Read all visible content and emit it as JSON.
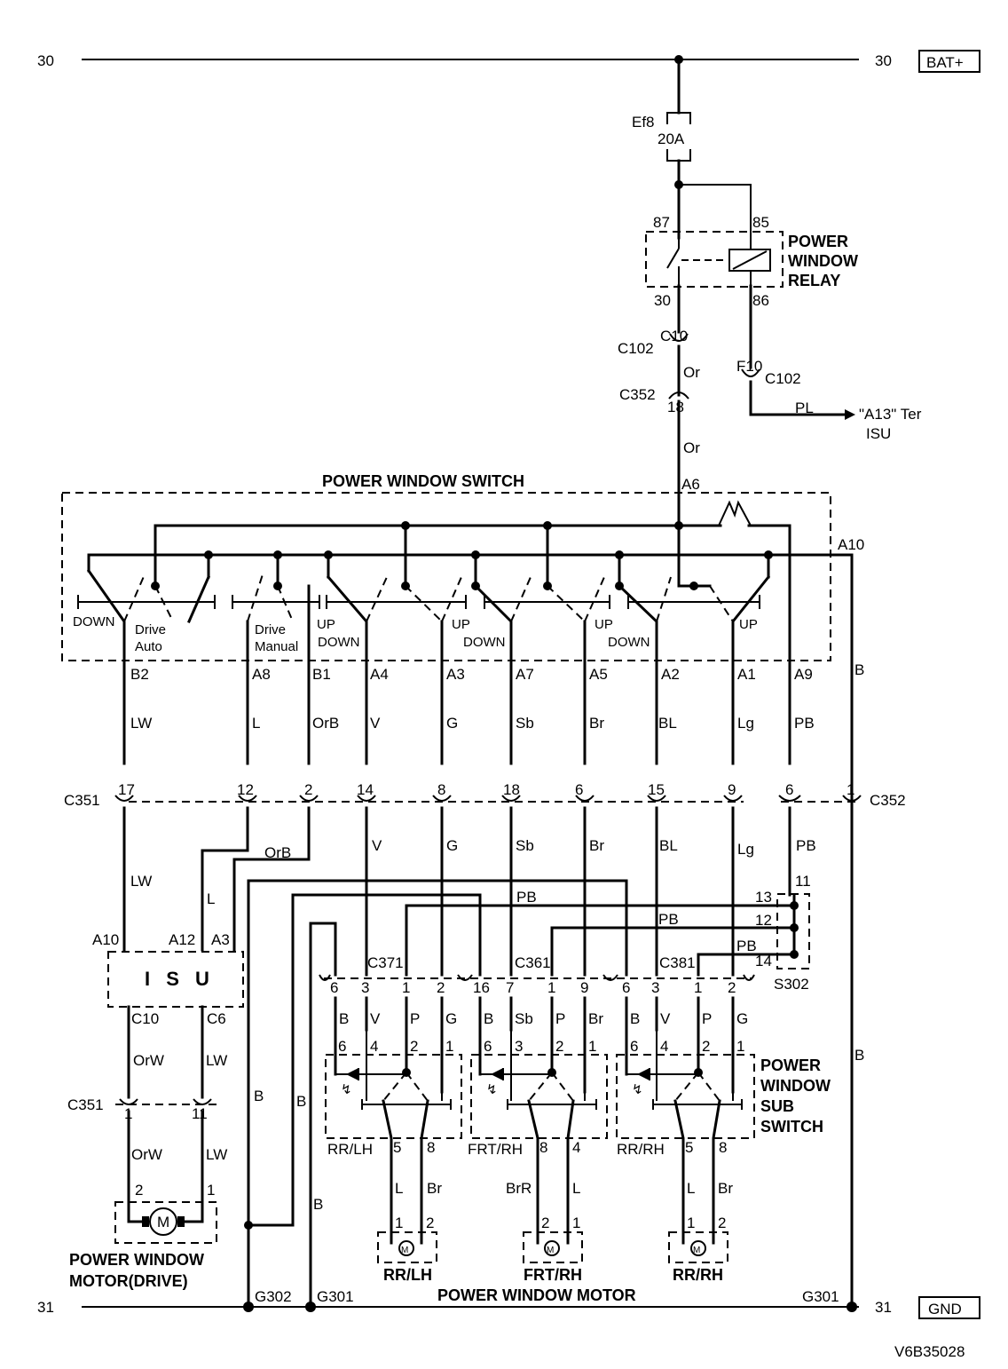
{
  "rails": {
    "top_left": "30",
    "top_right": "30",
    "bat": "BAT+",
    "bottom_left": "31",
    "bottom_right": "31",
    "gnd": "GND"
  },
  "fuse": {
    "name": "Ef8",
    "rating": "20A"
  },
  "relay": {
    "title1": "POWER",
    "title2": "WINDOW",
    "title3": "RELAY",
    "t87": "87",
    "t85": "85",
    "t30": "30",
    "t86": "86"
  },
  "connectors": {
    "c10": "C10",
    "c102a": "C102",
    "f10": "F10",
    "c102b": "C102",
    "c352a": "C352",
    "p18": "18",
    "c351": "C351",
    "c352b": "C352",
    "c351b": "C351",
    "c371": "C371",
    "c361": "C361",
    "c381": "C381",
    "s302": "S302"
  },
  "wires": {
    "or1": "Or",
    "or2": "Or",
    "pl": "PL"
  },
  "ref": {
    "a13": "\"A13\" Ter",
    "isu": "ISU"
  },
  "switch": {
    "title": "POWER WINDOW SWITCH",
    "a6": "A6",
    "a10": "A10",
    "down": "DOWN",
    "drive": "Drive",
    "auto": "Auto",
    "drive2": "Drive",
    "manual": "Manual",
    "up1": "UP",
    "down1": "DOWN",
    "up2": "UP",
    "down2": "DOWN",
    "up3": "UP",
    "down3": "DOWN",
    "up4": "UP",
    "pins": [
      "B2",
      "A8",
      "B1",
      "A4",
      "A3",
      "A7",
      "A5",
      "A2",
      "A1",
      "A9"
    ],
    "colors": [
      "LW",
      "L",
      "OrB",
      "V",
      "G",
      "Sb",
      "Br",
      "BL",
      "Lg",
      "PB"
    ],
    "b": "B"
  },
  "c351pins": [
    "17",
    "12",
    "2",
    "14",
    "8",
    "18",
    "6",
    "15",
    "9"
  ],
  "c352pins": [
    "6",
    "1"
  ],
  "mid_colors": {
    "lw": "LW",
    "orb": "OrB",
    "l": "L",
    "v": "V",
    "g": "G",
    "sb": "Sb",
    "br": "Br",
    "bl": "BL",
    "lg": "Lg",
    "pb": "PB",
    "pb1": "PB",
    "pb2": "PB",
    "pb3": "PB"
  },
  "s302pins": [
    "11",
    "13",
    "12",
    "14"
  ],
  "isu": {
    "name": "I S U",
    "a10": "A10",
    "a12": "A12",
    "a3": "A3",
    "c10": "C10",
    "c6": "C6",
    "orw": "OrW",
    "lw": "LW",
    "p1": "1",
    "p11": "11",
    "orw2": "OrW",
    "lw2": "LW",
    "m2": "2",
    "m1": "1",
    "motor": "M",
    "cap1": "POWER WINDOW",
    "cap2": "MOTOR(DRIVE)"
  },
  "sub": {
    "title": [
      "POWER",
      "WINDOW",
      "SUB",
      "SWITCH"
    ],
    "c371pins": [
      "6",
      "3",
      "1",
      "2"
    ],
    "c361pins": [
      "16",
      "7",
      "1",
      "9"
    ],
    "c381pins": [
      "6",
      "3",
      "1",
      "2"
    ],
    "c371col": [
      "B",
      "V",
      "P",
      "G"
    ],
    "c361col": [
      "B",
      "Sb",
      "P",
      "Br"
    ],
    "c381col": [
      "B",
      "V",
      "P",
      "G"
    ],
    "c371in": [
      "6",
      "4",
      "2",
      "1"
    ],
    "c361in": [
      "6",
      "3",
      "2",
      "1"
    ],
    "c381in": [
      "6",
      "4",
      "2",
      "1"
    ],
    "rrlh": "RR/LH",
    "frtrh": "FRT/RH",
    "rrrh": "RR/RH",
    "o1": [
      "5",
      "8"
    ],
    "o2": [
      "8",
      "4"
    ],
    "o3": [
      "5",
      "8"
    ],
    "oc1": [
      "L",
      "Br"
    ],
    "oc2": [
      "BrR",
      "L"
    ],
    "oc3": [
      "L",
      "Br"
    ],
    "mp1": [
      "1",
      "2"
    ],
    "mp2": [
      "2",
      "1"
    ],
    "mp3": [
      "1",
      "2"
    ],
    "mc1": "RR/LH",
    "mc2": "FRT/RH",
    "mc3": "RR/RH",
    "caption": "POWER WINDOW MOTOR"
  },
  "ground": {
    "g302": "G302",
    "g301a": "G301",
    "g301b": "G301",
    "b1": "B",
    "b2": "B",
    "b3": "B",
    "b4": "B"
  },
  "code": "V6B35028"
}
